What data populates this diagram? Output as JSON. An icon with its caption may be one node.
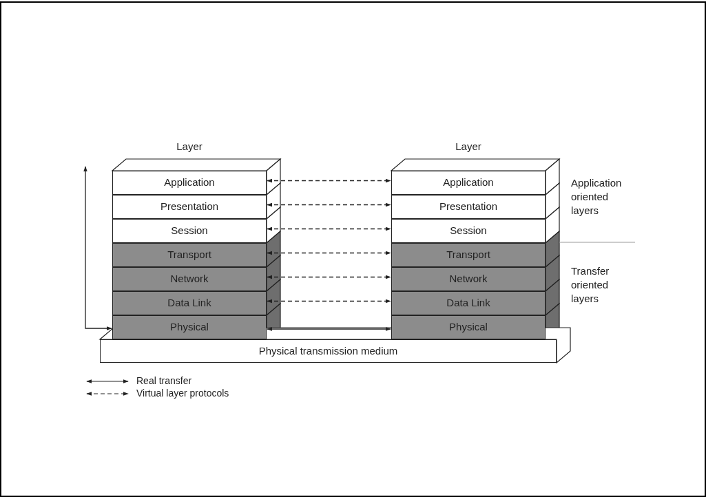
{
  "diagram": {
    "nodes": [
      {
        "text": [
          "Application"
        ]
      },
      {
        "text": [
          "Presentation"
        ]
      },
      {
        "text": [
          "Session"
        ]
      },
      {
        "text": [
          "Transport"
        ]
      },
      {
        "text": [
          "Network"
        ]
      },
      {
        "text": [
          "Data Link"
        ]
      },
      {
        "text": [
          "Physical"
        ]
      },
      {
        "text": [
          "Application"
        ]
      },
      {
        "text": [
          "Presentation"
        ]
      },
      {
        "text": [
          "Session"
        ]
      },
      {
        "text": [
          "Transport"
        ]
      },
      {
        "text": [
          "Network"
        ]
      },
      {
        "text": [
          "Data Link"
        ]
      },
      {
        "text": [
          "Physical"
        ]
      },
      {
        "text": [
          "Physical transmission medium"
        ]
      }
    ],
    "edges": [
      {
        "from": 0,
        "to": 7,
        "arrow": "both",
        "style": "dashed"
      },
      {
        "from": 1,
        "to": 8,
        "arrow": "both",
        "style": "dashed"
      },
      {
        "from": 2,
        "to": 9,
        "arrow": "both",
        "style": "dashed"
      },
      {
        "from": 3,
        "to": 10,
        "arrow": "both",
        "style": "dashed"
      },
      {
        "from": 4,
        "to": 11,
        "arrow": "both",
        "style": "dashed"
      },
      {
        "from": 5,
        "to": 12,
        "arrow": "both",
        "style": "dashed"
      },
      {
        "from": 6,
        "to": 13,
        "arrow": "both"
      },
      {
        "from": null,
        "to": 6,
        "arrow": "both"
      }
    ],
    "labels": [
      "Layer",
      "Layer",
      "Application oriented layers",
      "Transfer oriented layers"
    ],
    "legend": [
      {
        "text": "Real transfer"
      },
      {
        "text": "Virtual layer protocols"
      }
    ]
  }
}
